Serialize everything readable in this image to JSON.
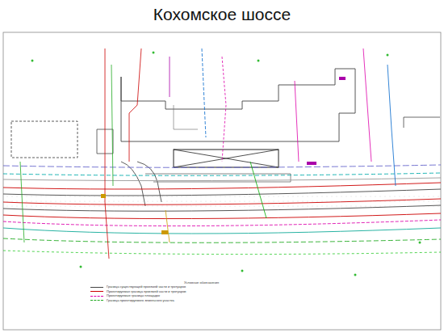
{
  "diagram": {
    "title": "Кохомское шоссе",
    "labels": [
      "Условные обозначения"
    ],
    "legend": [
      {
        "text": "Граница существующей проезжей части и тротуаров"
      },
      {
        "text": "Проектируемая граница проезжей части и тротуаров"
      },
      {
        "text": "Проектируемые границы площадок"
      },
      {
        "text": "Граница проектируемого земельного участка"
      }
    ]
  }
}
